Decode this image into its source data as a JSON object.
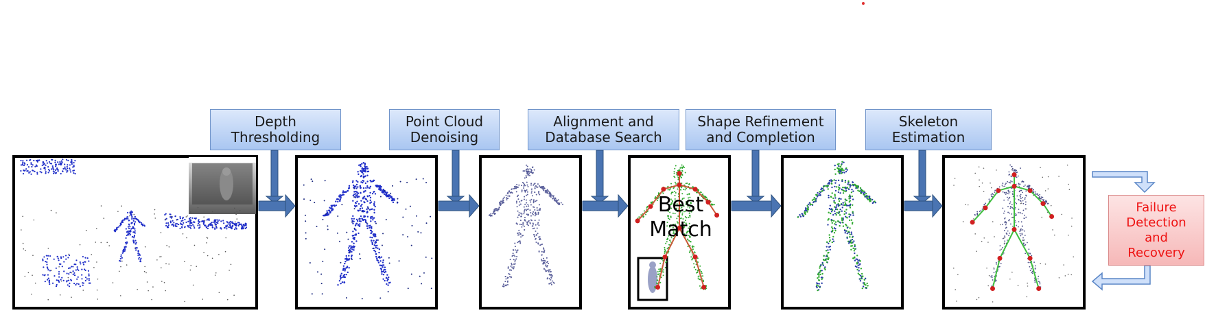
{
  "stages": [
    {
      "id": "depth",
      "lines": [
        "Depth",
        "Thresholding"
      ]
    },
    {
      "id": "denoise",
      "lines": [
        "Point Cloud",
        "Denoising"
      ]
    },
    {
      "id": "align",
      "lines": [
        "Alignment and",
        "Database Search"
      ]
    },
    {
      "id": "refine",
      "lines": [
        "Shape Refinement",
        "and Completion"
      ]
    },
    {
      "id": "skeleton",
      "lines": [
        "Skeleton",
        "Estimation"
      ]
    }
  ],
  "best_match": {
    "lines": [
      "Best",
      "Match"
    ]
  },
  "failure": {
    "lines": [
      "Failure",
      "Detection",
      "and",
      "Recovery"
    ]
  },
  "colors": {
    "arrow_fill": "#4a74b2",
    "arrow_edge": "#2e527f",
    "point_blue": "#1f2ec8",
    "mesh_green": "#2faa2f",
    "joint_red": "#d02020",
    "failure_text": "#ee1111",
    "label_fill_top": "#dce8fb",
    "label_fill_bottom": "#a9c6f1"
  }
}
